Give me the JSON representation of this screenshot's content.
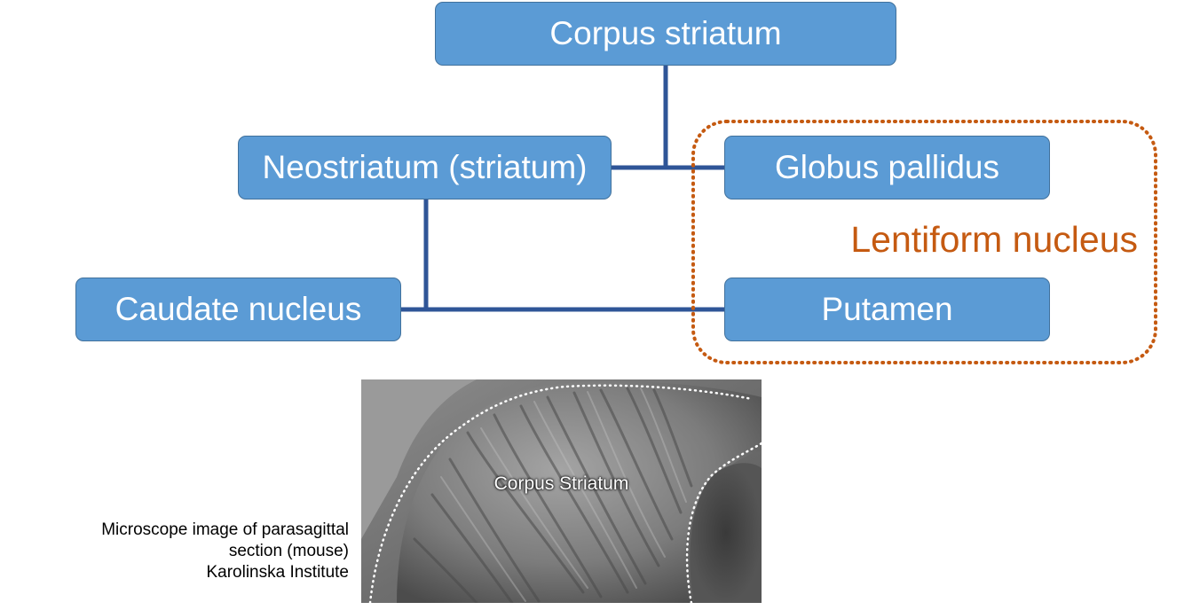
{
  "diagram": {
    "nodes": {
      "corpus_striatum": "Corpus striatum",
      "neostriatum": "Neostriatum (striatum)",
      "globus_pallidus": "Globus pallidus",
      "caudate_nucleus": "Caudate nucleus",
      "putamen": "Putamen"
    },
    "group_label": "Lentiform nucleus",
    "colors": {
      "node_fill": "#5b9bd5",
      "node_border": "#41719c",
      "connector": "#2f5597",
      "group_outline": "#c55a11"
    }
  },
  "figure": {
    "image_label": "Corpus Striatum",
    "caption_lines": [
      "Microscope image of parasagittal",
      "section (mouse)",
      "Karolinska Institute"
    ]
  }
}
